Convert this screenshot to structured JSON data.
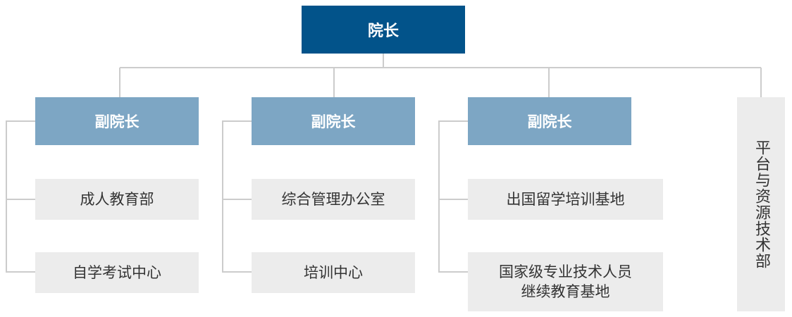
{
  "org": {
    "head": "院长",
    "vice_presidents": [
      {
        "title": "副院长",
        "departments": [
          "成人教育部",
          "自学考试中心"
        ]
      },
      {
        "title": "副院长",
        "departments": [
          "综合管理办公室",
          "培训中心"
        ]
      },
      {
        "title": "副院长",
        "departments": [
          "出国留学培训基地",
          "国家级专业技术人员继续教育基地"
        ]
      }
    ],
    "independent_unit": "平台与资源技术部"
  },
  "colors": {
    "head_bg": "#02538a",
    "vp_bg": "#7da6c4",
    "dept_bg": "#ececec",
    "connector": "#cccccc"
  }
}
